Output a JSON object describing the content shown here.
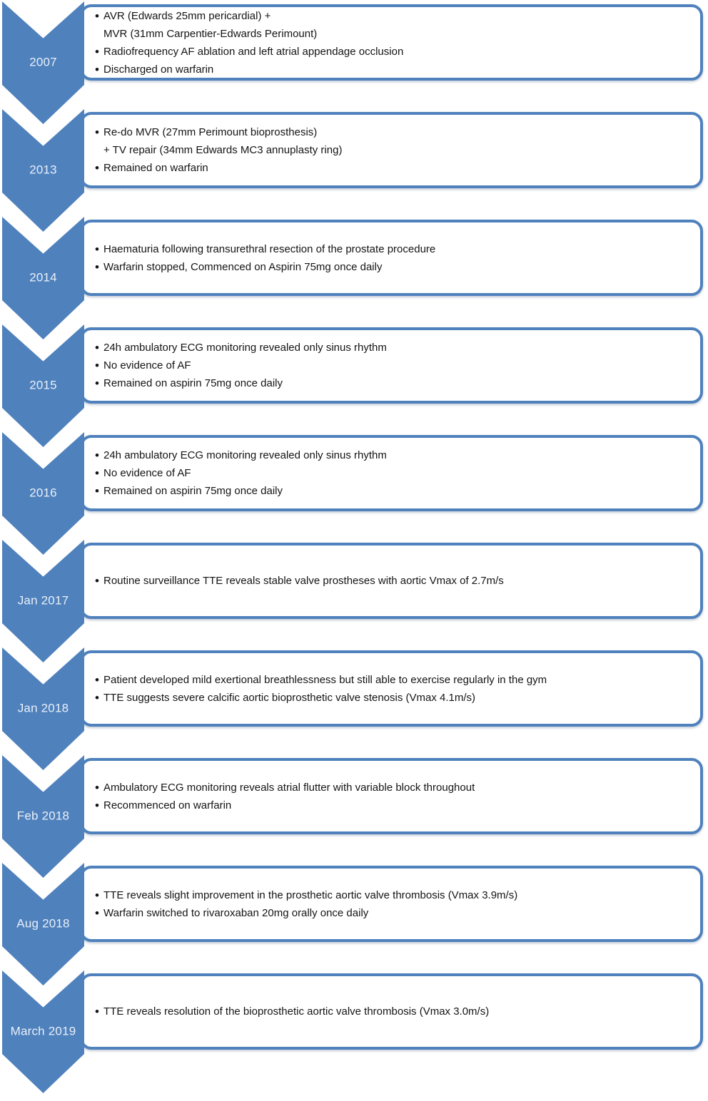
{
  "timeline": {
    "accent_color": "#4f81bd",
    "box_border_color": "#4f81bd",
    "year_text_color": "#e9f0f8",
    "bullet_char": "•",
    "blocks": [
      {
        "year": "2007",
        "bullets": [
          {
            "lines": [
              "AVR (Edwards 25mm pericardial) +",
              "MVR (31mm Carpentier-Edwards Perimount)"
            ]
          },
          {
            "lines": [
              "Radiofrequency AF ablation and left atrial appendage occlusion"
            ]
          },
          {
            "lines": [
              "Discharged on warfarin"
            ]
          }
        ]
      },
      {
        "year": "2013",
        "bullets": [
          {
            "lines": [
              "Re-do MVR (27mm Perimount bioprosthesis)",
              "+ TV repair (34mm Edwards MC3 annuplasty ring)"
            ]
          },
          {
            "lines": [
              "Remained on warfarin"
            ]
          }
        ]
      },
      {
        "year": "2014",
        "bullets": [
          {
            "lines": [
              "Haematuria following transurethral resection of the prostate procedure"
            ]
          },
          {
            "lines": [
              "Warfarin stopped, Commenced on Aspirin 75mg once daily"
            ]
          }
        ]
      },
      {
        "year": "2015",
        "bullets": [
          {
            "lines": [
              "24h ambulatory ECG monitoring revealed only sinus rhythm"
            ]
          },
          {
            "lines": [
              "No evidence of AF"
            ]
          },
          {
            "lines": [
              "Remained on aspirin 75mg once daily"
            ]
          }
        ]
      },
      {
        "year": "2016",
        "bullets": [
          {
            "lines": [
              "24h ambulatory ECG monitoring revealed only sinus rhythm"
            ]
          },
          {
            "lines": [
              "No evidence of AF"
            ]
          },
          {
            "lines": [
              "Remained on aspirin 75mg once daily"
            ]
          }
        ]
      },
      {
        "year": "Jan 2017",
        "bullets": [
          {
            "lines": [
              "Routine surveillance TTE reveals stable valve prostheses with aortic Vmax of 2.7m/s"
            ]
          }
        ]
      },
      {
        "year": "Jan 2018",
        "bullets": [
          {
            "lines": [
              "Patient developed mild exertional breathlessness but still able to exercise regularly in the gym"
            ]
          },
          {
            "lines": [
              "TTE suggests severe calcific aortic bioprosthetic valve stenosis (Vmax 4.1m/s)"
            ]
          }
        ]
      },
      {
        "year": "Feb 2018",
        "bullets": [
          {
            "lines": [
              "Ambulatory ECG monitoring reveals atrial flutter with variable block throughout"
            ]
          },
          {
            "lines": [
              "Recommenced on warfarin"
            ]
          }
        ]
      },
      {
        "year": "Aug 2018",
        "bullets": [
          {
            "lines": [
              "TTE reveals slight improvement in the prosthetic aortic valve thrombosis (Vmax 3.9m/s)"
            ]
          },
          {
            "lines": [
              "Warfarin switched to rivaroxaban 20mg orally once daily"
            ]
          }
        ]
      },
      {
        "year": "March 2019",
        "bullets": [
          {
            "lines": [
              "TTE reveals resolution of the bioprosthetic aortic valve thrombosis (Vmax 3.0m/s)"
            ]
          }
        ]
      }
    ]
  }
}
